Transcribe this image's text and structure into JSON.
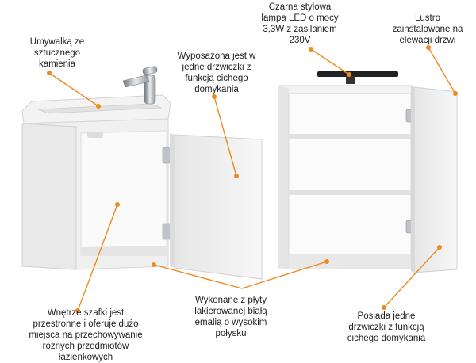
{
  "accent_color": "#f08a1c",
  "callouts": {
    "basin": "Umywalką ze\nsztucznego\nkamienia",
    "door_left": "Wyposażona jest w\njedne drzwiczki z\nfunkcją cichego\ndomykania",
    "lamp": "Czarna stylowa\nlampa LED o mocy\n3,3W z zasilaniem\n230V",
    "mirror": "Lustro\nzainstalowane na\nelewacji drzwi",
    "interior": "Wnętrze szafki jest\nprzestronne i oferuje dużo\nmiejsca na przechowywanie\nróżnych przedmiotów\nłazienkowych",
    "finish": "Wykonane z płyty\nlakierowanej białą\nemalią o wysokim\npołysku",
    "door_right": "Posiada jedne\ndrzwiczki z funkcją\ncichego domykania"
  }
}
